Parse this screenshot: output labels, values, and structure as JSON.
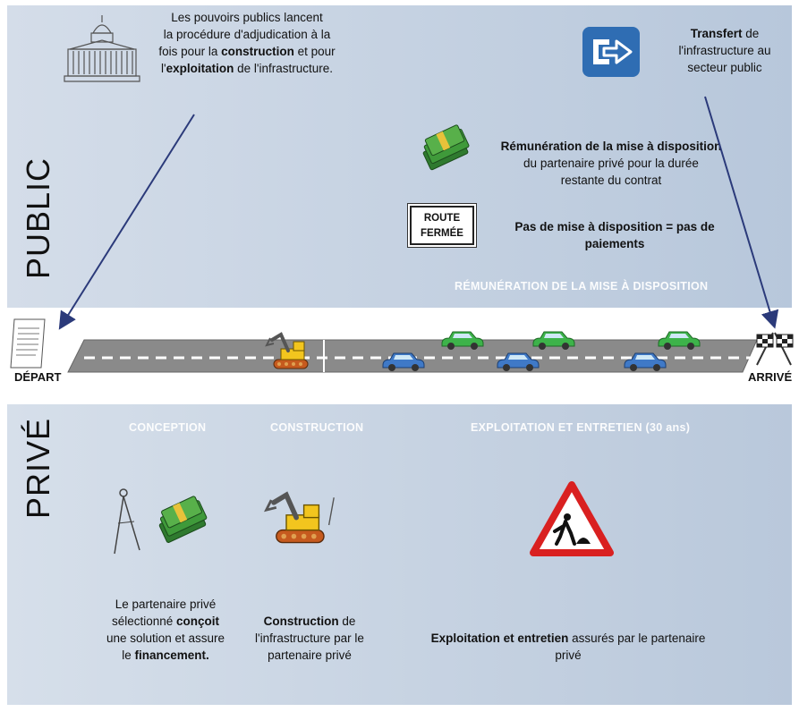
{
  "labels": {
    "public": "PUBLIC",
    "prive": "PRIVÉ",
    "depart": "DÉPART",
    "arrive": "ARRIVÉ"
  },
  "top_left": {
    "line1": "Les pouvoirs publics lancent",
    "line2": "la procédure d'adjudication à la",
    "line3_pre": "fois pour la ",
    "line3_bold": "construction",
    "line3_post": " et pour",
    "line4_pre": "l'",
    "line4_bold": "exploitation",
    "line4_post": " de l'infrastructure."
  },
  "top_right": {
    "line1_bold": "Transfert",
    "line1_post": " de",
    "line2": "l'infrastructure au",
    "line3": "secteur public"
  },
  "remuneration": {
    "line1_bold": "Rémunération de la mise à disposition",
    "line2": "du partenaire privé pour la durée",
    "line3": "restante du contrat",
    "no_payment": "Pas de mise à disposition = pas de paiements"
  },
  "route_sign": {
    "line1": "ROUTE",
    "line2": "FERMÉE"
  },
  "phases": {
    "remuneration": "RÉMUNÉRATION DE LA MISE À DISPOSITION",
    "conception": "CONCEPTION",
    "construction": "CONSTRUCTION",
    "exploitation": "EXPLOITATION ET ENTRETIEN (30 ans)"
  },
  "conception_text": {
    "line1": "Le partenaire privé",
    "line2_pre": "sélectionné ",
    "line2_bold": "conçoit",
    "line3": "une solution et assure",
    "line4_pre": "le ",
    "line4_bold": "financement."
  },
  "construction_text": {
    "line1_bold": "Construction",
    "line1_post": " de",
    "line2": "l'infrastructure par le",
    "line3": "partenaire privé"
  },
  "exploitation_text": {
    "bold": "Exploitation et entretien",
    "post": " assurés par le partenaire privé"
  },
  "colors": {
    "green_car": "#3db34a",
    "blue_car": "#3f79c7",
    "road": "#8a8a8a",
    "arrow": "#2b3a7a",
    "transfer_icon": "#2f6db3",
    "warning": "#d92020"
  }
}
